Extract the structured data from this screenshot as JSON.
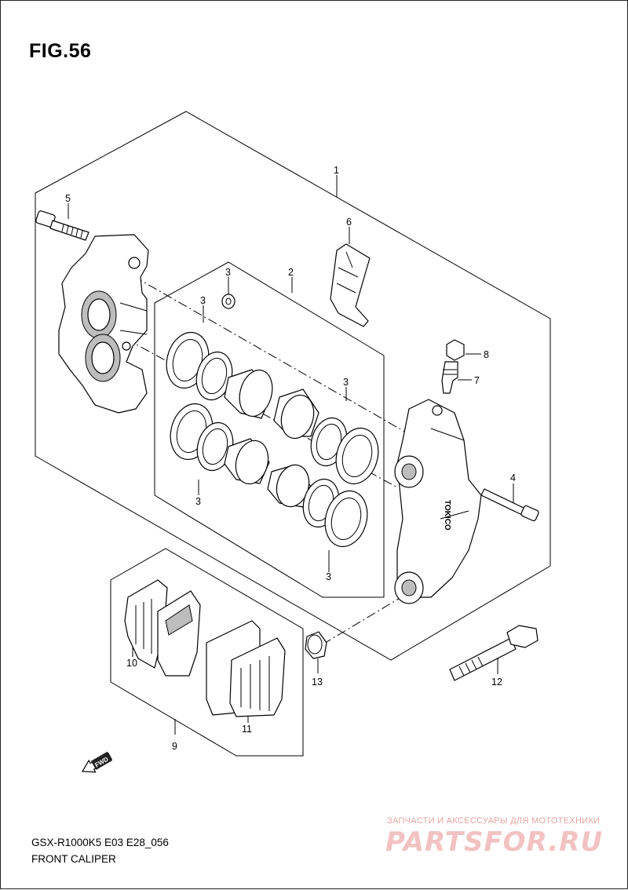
{
  "figure": {
    "title": "FIG.56"
  },
  "callouts": [
    {
      "id": "c1",
      "label": "1",
      "part": "front caliper assembly"
    },
    {
      "id": "c2",
      "label": "2",
      "part": "piston set"
    },
    {
      "id": "c3a",
      "label": "3"
    },
    {
      "id": "c3b",
      "label": "3"
    },
    {
      "id": "c3c",
      "label": "3"
    },
    {
      "id": "c3d",
      "label": "3"
    },
    {
      "id": "c3e",
      "label": "3"
    },
    {
      "id": "c4",
      "label": "4"
    },
    {
      "id": "c5",
      "label": "5"
    },
    {
      "id": "c6",
      "label": "6"
    },
    {
      "id": "c7",
      "label": "7"
    },
    {
      "id": "c8",
      "label": "8"
    },
    {
      "id": "c9",
      "label": "9"
    },
    {
      "id": "c10",
      "label": "10"
    },
    {
      "id": "c11",
      "label": "11"
    },
    {
      "id": "c12",
      "label": "12"
    },
    {
      "id": "c13",
      "label": "13"
    }
  ],
  "caliper_marking": "TOKICO",
  "direction_arrow": {
    "label": "FWD",
    "icon": "forward-arrow-icon"
  },
  "footer": {
    "model_code": "GSX-R1000K5  E03  E28_056",
    "name": "FRONT CALIPER"
  },
  "watermark": {
    "tagline": "ЗАПЧАСТИ И АКСЕССУАРЫ ДЛЯ МОТОТЕХНИКИ",
    "logo": "PARTSFOR.RU",
    "color": "#e8a0a0"
  }
}
